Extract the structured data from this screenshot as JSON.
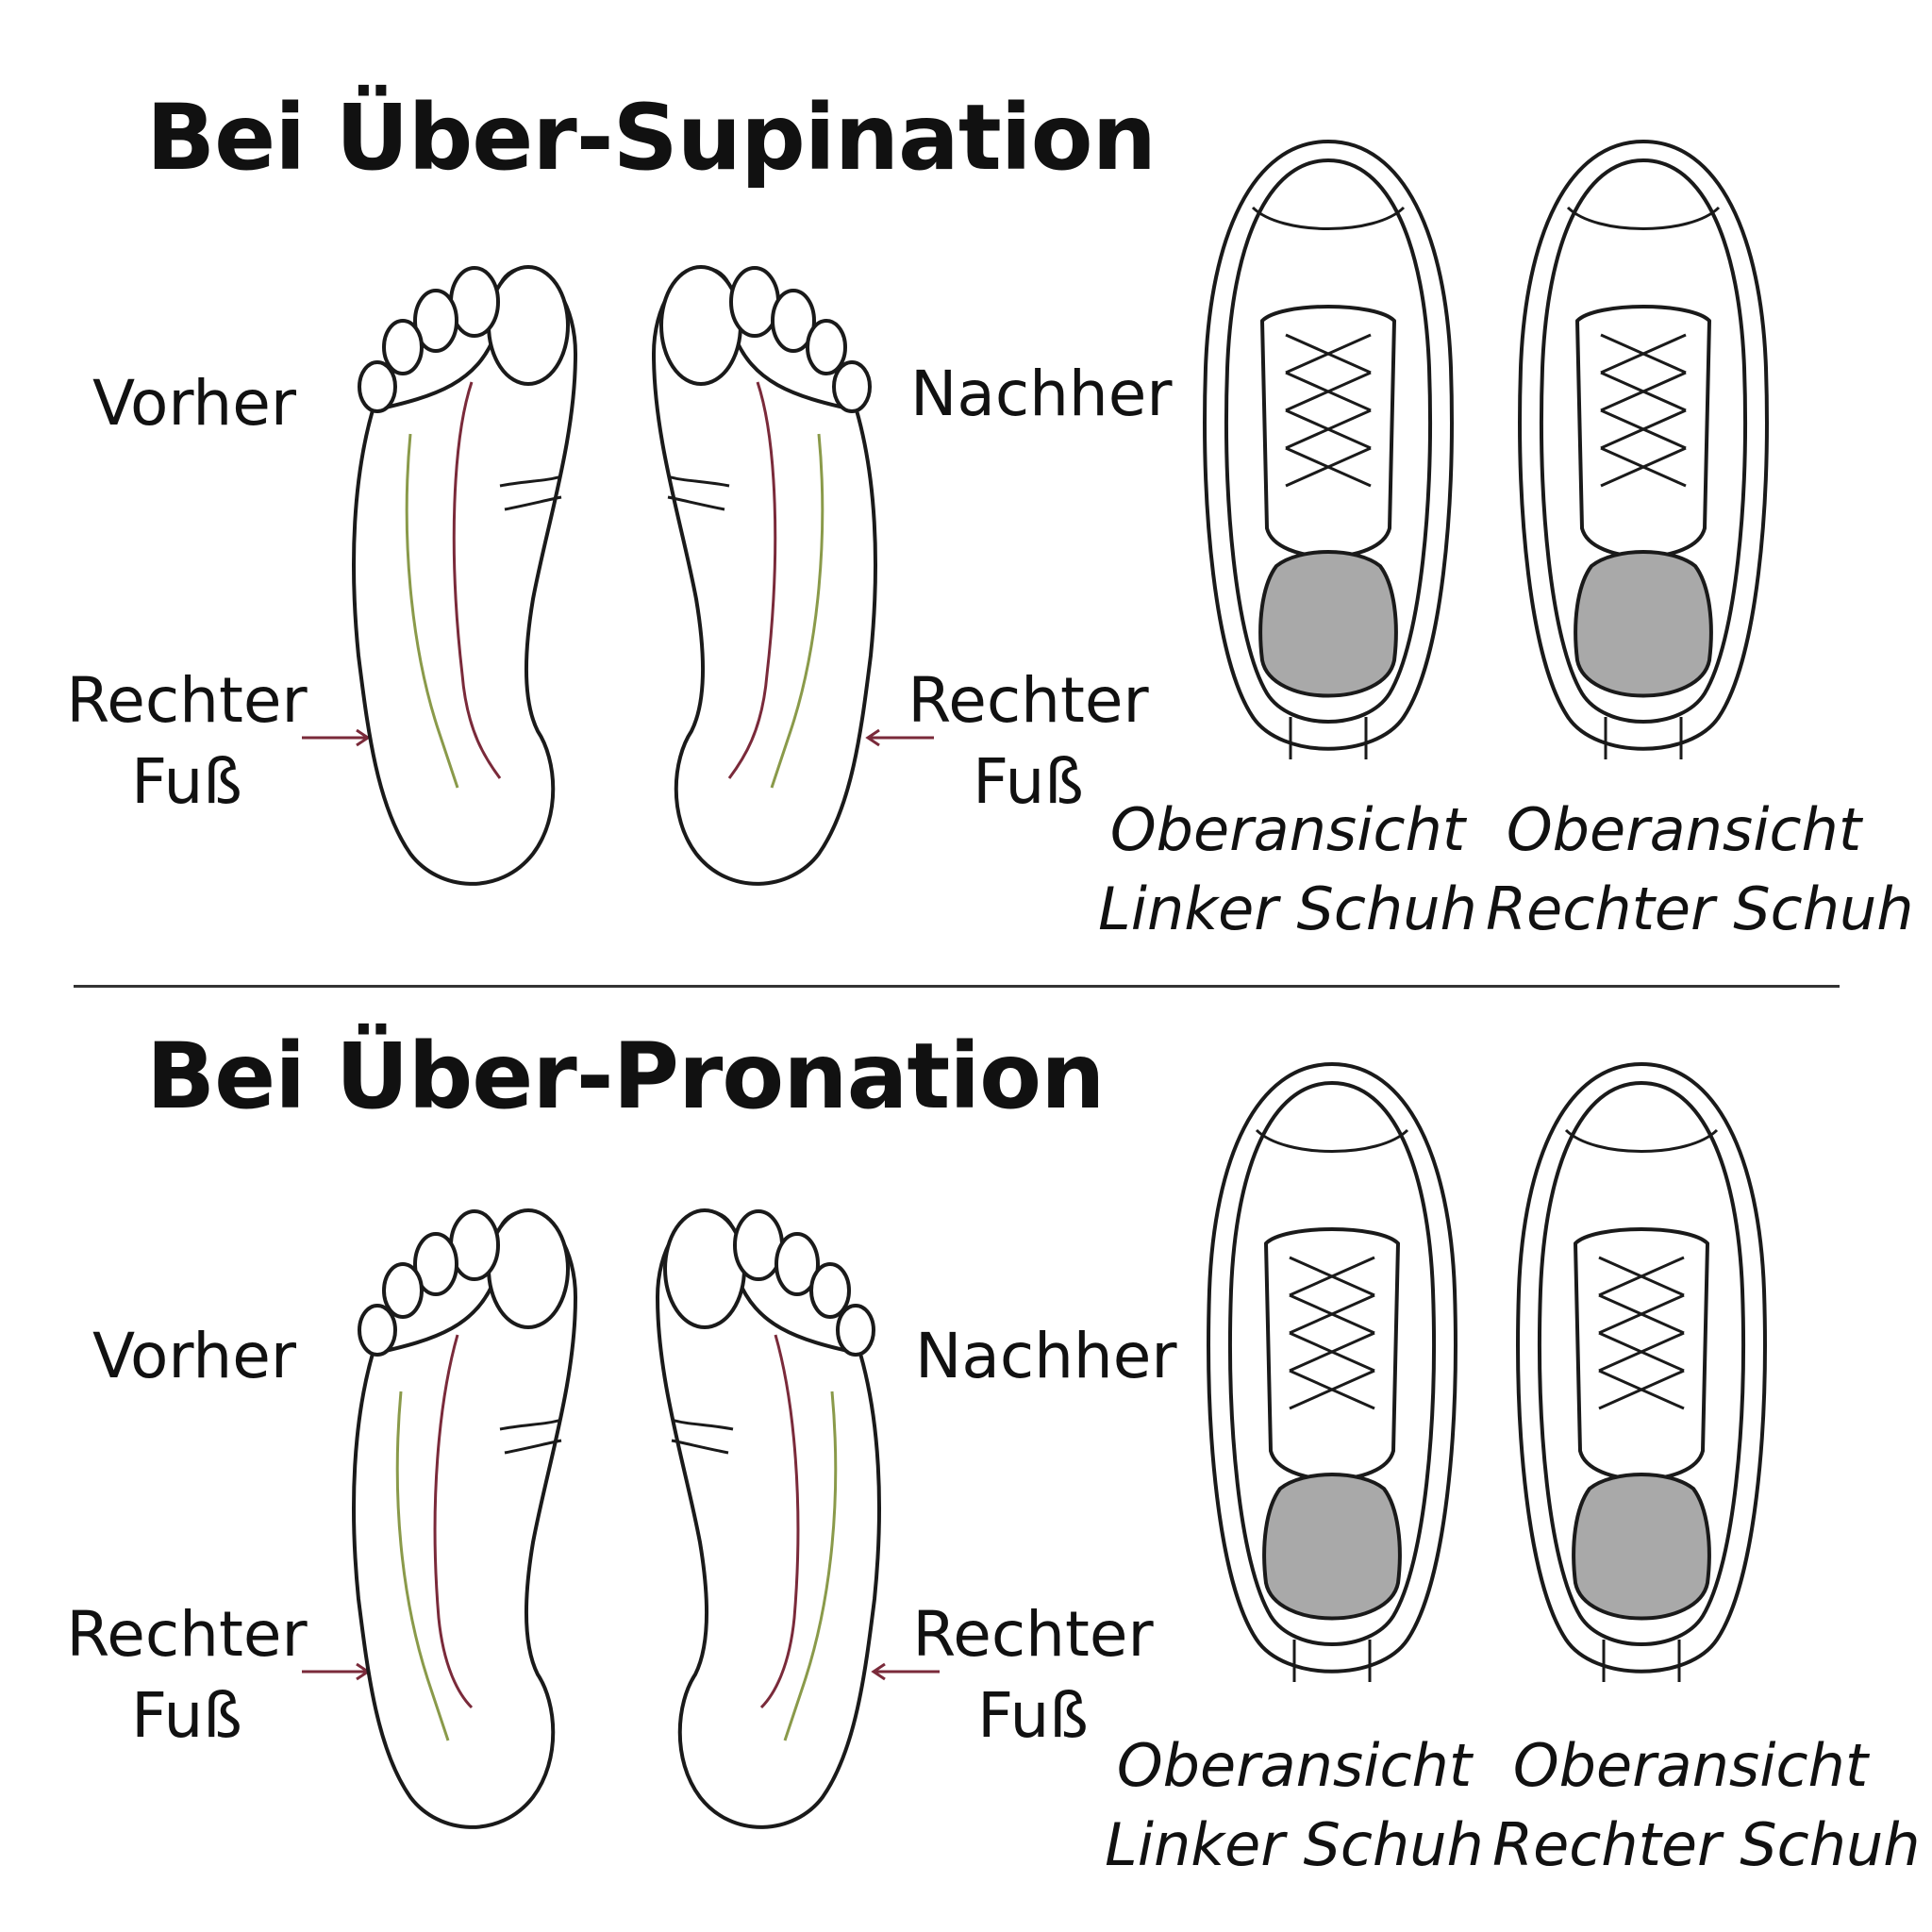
{
  "sections": [
    {
      "title": "Bei Über-Supination",
      "before_label": "Vorher",
      "after_label": "Nachher",
      "left_foot_label": "Rechter\nFuß",
      "right_foot_label": "Rechter\nFuß",
      "left_shoe_caption": "Oberansicht\nLinker Schuh",
      "right_shoe_caption": "Oberansicht\nRechter Schuh"
    },
    {
      "title": "Bei Über-Pronation",
      "before_label": "Vorher",
      "after_label": "Nachher",
      "left_foot_label": "Rechter\nFuß",
      "right_foot_label": "Rechter\nFuß",
      "left_shoe_caption": "Oberansicht\nLinker Schuh",
      "right_shoe_caption": "Oberansicht\nRechter Schuh"
    }
  ],
  "colors": {
    "outline": "#1a1a1a",
    "arch_line_red": "#7a2a3a",
    "arch_line_green": "#8a9a4a",
    "insole_gray": "#a9a9a9",
    "arrow": "#7a2a3a"
  }
}
